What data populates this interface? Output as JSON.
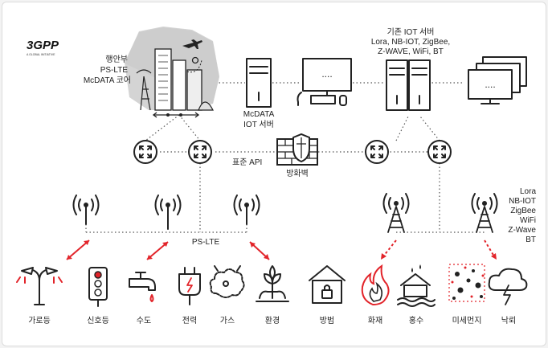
{
  "logo": {
    "brand": "3GPP",
    "tagline": "A GLOBAL INITIATIVE"
  },
  "nodes": {
    "ps_lte": [
      "행안부",
      "PS-LTE",
      "McDATA 코어"
    ],
    "mcdata_server": [
      "McDATA",
      "IOT 서버"
    ],
    "legacy_server": [
      "기존 IOT 서버",
      "Lora, NB-IOT, ZigBee,",
      "Z-WAVE, WiFi, BT"
    ],
    "standard_api": "표준 API",
    "firewall": "방화벽",
    "ps_lte_link": "PS-LTE",
    "iot_protocols": [
      "Lora",
      "NB-IOT",
      "ZigBee",
      "WiFi",
      "Z-Wave",
      "BT"
    ]
  },
  "devices": [
    "가로등",
    "신호등",
    "수도",
    "전력",
    "가스",
    "환경",
    "방범",
    "화재",
    "홍수",
    "미세먼지",
    "낙뢰"
  ],
  "colors": {
    "accent": "#e2242a",
    "line": "#222222",
    "building": "#b8b8b8"
  }
}
